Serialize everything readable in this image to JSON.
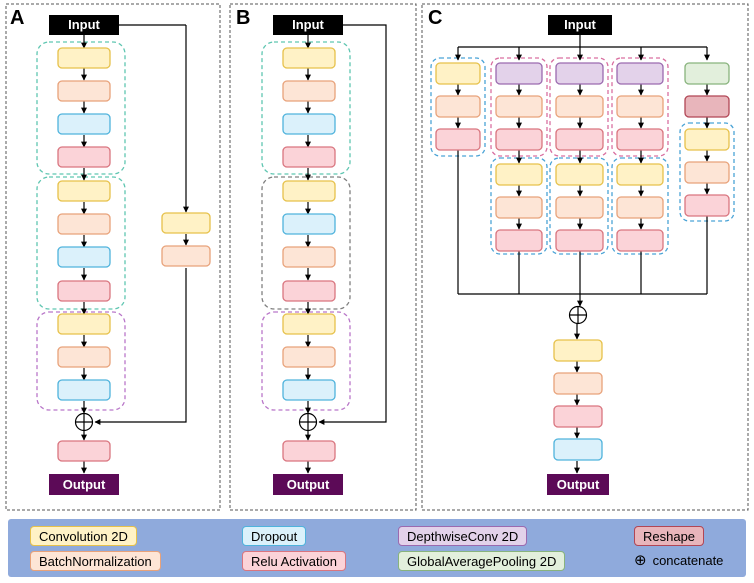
{
  "panels": {
    "A": {
      "letter": "A",
      "input": "Input",
      "output": "Output"
    },
    "B": {
      "letter": "B",
      "input": "Input",
      "output": "Output"
    },
    "C": {
      "letter": "C",
      "input": "Input",
      "output": "Output"
    }
  },
  "legend": {
    "conv2d": "Convolution 2D",
    "batchnorm": "BatchNormalization",
    "dropout": "Dropout",
    "relu": "Relu Activation",
    "depthwise": "DepthwiseConv 2D",
    "gap": "GlobalAveragePooling 2D",
    "reshape": "Reshape",
    "concatenate": "concatenate",
    "concatenate_symbol": "⊕"
  },
  "colors": {
    "conv_fill": "#fff2c6",
    "conv_stroke": "#e6c14a",
    "bn_fill": "#fde5d6",
    "bn_stroke": "#e8a27a",
    "dropout_fill": "#dbf1fb",
    "dropout_stroke": "#4fb3dc",
    "relu_fill": "#fbd3d8",
    "relu_stroke": "#d9757f",
    "depthwise_fill": "#e3d2ea",
    "depthwise_stroke": "#9b6aaf",
    "gap_fill": "#e2efdc",
    "gap_stroke": "#88b37d",
    "reshape_fill": "#e8b5bb",
    "reshape_stroke": "#b14655",
    "io_fill": "#000000",
    "output_fill": "#5c0a57",
    "group_teal": "#5fc6b1",
    "group_purple": "#b977c9",
    "group_gray": "#7f7f7f",
    "group_blue": "#4aa3d6",
    "group_pink": "#d96fa0",
    "legend_bg": "#8faadc"
  }
}
